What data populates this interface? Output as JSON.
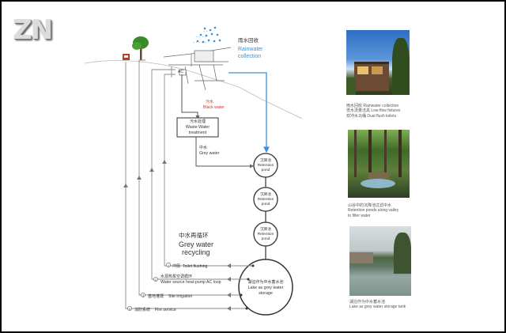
{
  "logo": "ZN",
  "diagram": {
    "rainwater": {
      "cn": "雨水回收",
      "en": [
        "Rainwater",
        "collection"
      ]
    },
    "ac_label": "AC",
    "black_water": {
      "cn": "污水",
      "en": "Black water"
    },
    "treatment": {
      "cn": "污水处理",
      "en": [
        "Waste Water",
        "treatment"
      ]
    },
    "grey_water": {
      "cn": "中水",
      "en": "Grey water"
    },
    "ponds": [
      {
        "cn": "沉降池",
        "en": [
          "Retention",
          "pond"
        ]
      },
      {
        "cn": "沉降池",
        "en": [
          "Retention",
          "pond"
        ]
      },
      {
        "cn": "沉降池",
        "en": [
          "Retention",
          "pond"
        ]
      }
    ],
    "recycling": {
      "cn": "中水再循环",
      "en": [
        "Grey water",
        "recycling"
      ]
    },
    "lake": {
      "cn": "湖泊作为中水蓄水池",
      "en": [
        "Lake as grey water",
        "storage"
      ]
    },
    "outputs": [
      {
        "num": "1",
        "cn": "冲厕",
        "en": "Toilet flushing"
      },
      {
        "num": "2",
        "cn": "水源热泵空调循环",
        "en": "Water source heat-pump AC loop"
      },
      {
        "num": "3",
        "cn": "基地灌溉",
        "en": "Site irrigation"
      },
      {
        "num": "4",
        "cn": "消防系统",
        "en": "Fire service"
      }
    ]
  },
  "captions": [
    "雨水回收  Rainwater collection\n低水流量洁具  Low flow fixtures\n双冲水马桶  Dual flush toilets",
    "山谷中的沉降池过滤中水\nRetention ponds along valley\nto filter water",
    "湖泊作为中水蓄水池\nLake as grey water storage tank"
  ],
  "colors": {
    "blue": "#3b8fd6",
    "line": "#8a8a8a",
    "dark": "#333333"
  }
}
